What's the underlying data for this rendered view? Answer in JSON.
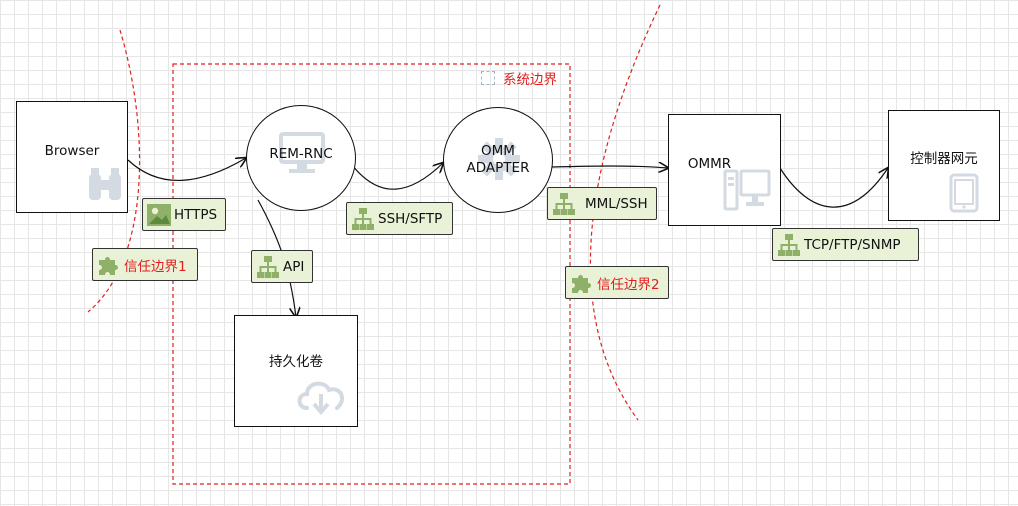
{
  "diagram": {
    "system_boundary_label": "系统边界",
    "nodes": {
      "browser": "Browser",
      "rem_rnc": "REM-RNC",
      "omm_adapter_line1": "OMM",
      "omm_adapter_line2": "ADAPTER",
      "ommr": "OMMR",
      "controller": "控制器网元",
      "volume": "持久化卷"
    },
    "tags": {
      "https": "HTTPS",
      "api": "API",
      "ssh_sftp": "SSH/SFTP",
      "mml_ssh": "MML/SSH",
      "tcp_ftp_snmp": "TCP/FTP/SNMP",
      "trust1": "信任边界1",
      "trust2": "信任边界2"
    },
    "colors": {
      "boundary": "#e02020",
      "tag_fill": "#e9f2d7",
      "icon": "#d0d6de"
    }
  }
}
